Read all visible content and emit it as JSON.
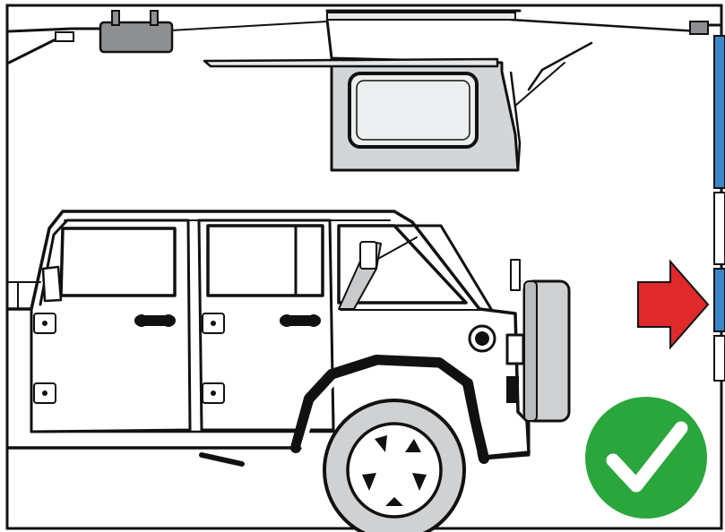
{
  "figure": {
    "status": "approved",
    "objects": [
      "hoist-frame",
      "hoist-motor",
      "hardtop-rear-section",
      "jeep-four-door",
      "wall-mounted-hoist-track",
      "direction-arrow",
      "approval-check"
    ]
  },
  "colors": {
    "outline": "#111111",
    "hardtop_fill": "#d3d6d9",
    "tire_fill": "#d0d1d2",
    "spare_fill": "#cfd0d1",
    "track_accent": "#3a86c8",
    "arrow_fill": "#e0292a",
    "check_circle": "#2aa63d",
    "check_mark": "#ffffff"
  },
  "icons": {
    "arrow": "arrow-right-icon",
    "check": "checkmark-icon"
  }
}
